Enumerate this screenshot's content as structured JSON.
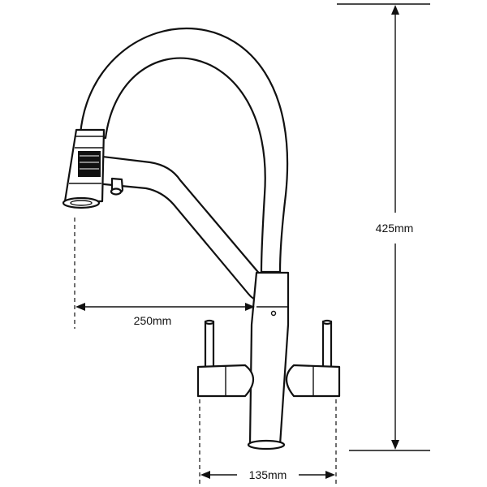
{
  "dimensions": {
    "height_label": "425mm",
    "reach_label": "250mm",
    "base_width_label": "135mm"
  },
  "colors": {
    "line": "#111111",
    "background": "#ffffff",
    "hose_band": "#111111"
  }
}
